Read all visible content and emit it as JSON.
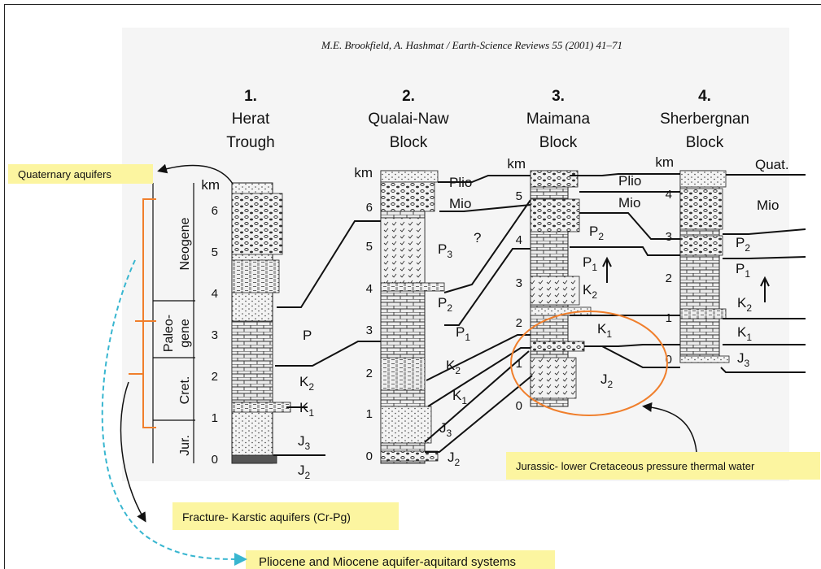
{
  "citation": "M.E. Brookfield, A. Hashmat / Earth-Science Reviews 55 (2001) 41–71",
  "columns": [
    {
      "number": "1.",
      "name_line1": "Herat",
      "name_line2": "Trough",
      "unit": "km",
      "ticks": [
        "6",
        "5",
        "4",
        "3",
        "2",
        "1",
        "0"
      ]
    },
    {
      "number": "2.",
      "name_line1": "Qualai-Naw",
      "name_line2": "Block",
      "unit": "km",
      "ticks": [
        "6",
        "5",
        "4",
        "3",
        "2",
        "1",
        "0"
      ]
    },
    {
      "number": "3.",
      "name_line1": "Maimana",
      "name_line2": "Block",
      "unit": "km",
      "ticks": [
        "5",
        "4",
        "3",
        "2",
        "1",
        "0"
      ]
    },
    {
      "number": "4.",
      "name_line1": "Sherbergnan",
      "name_line2": "Block",
      "unit": "km",
      "ticks": [
        "4",
        "3",
        "2",
        "1",
        "0"
      ]
    }
  ],
  "eras": {
    "neogene": "Neogene",
    "paleogene_1": "Paleo-",
    "paleogene_2": "gene",
    "cretaceous": "Cret.",
    "jurassic": "Jur."
  },
  "strata": {
    "c1": {
      "p": "P",
      "k2": "K",
      "k2s": "2",
      "k1": "K",
      "k1s": "1",
      "j3": "J",
      "j3s": "3",
      "j2": "J",
      "j2s": "2"
    },
    "c2": {
      "plio": "Plio",
      "mio": "Mio",
      "p3": "P",
      "p3s": "3",
      "q": "?",
      "p2": "P",
      "p2s": "2",
      "p1": "P",
      "p1s": "1",
      "k2": "K",
      "k2s": "2",
      "k1": "K",
      "k1s": "1",
      "j3": "J",
      "j3s": "3",
      "j2": "J",
      "j2s": "2"
    },
    "c3": {
      "plio": "Plio",
      "mio": "Mio",
      "p2": "P",
      "p2s": "2",
      "p1": "P",
      "p1s": "1",
      "k2": "K",
      "k2s": "2",
      "k1": "K",
      "k1s": "1",
      "j2": "J",
      "j2s": "2"
    },
    "c4": {
      "quat": "Quat.",
      "mio": "Mio",
      "p2": "P",
      "p2s": "2",
      "p1": "P",
      "p1s": "1",
      "k2": "K",
      "k2s": "2",
      "k1": "K",
      "k1s": "1",
      "j3": "J",
      "j3s": "3"
    }
  },
  "annotations": {
    "quaternary": "Quaternary aquifers",
    "jurassic": "Jurassic- lower Cretaceous pressure thermal water",
    "fracture": "Fracture- Karstic aquifers (Cr-Pg)",
    "pliocene": "Pliocene and Miocene aquifer-aquitard systems"
  },
  "colors": {
    "highlight": "#fcf5a0",
    "orange": "#f07f2c",
    "cyan": "#38b6d0",
    "panel": "#f5f5f5",
    "ink": "#111111"
  }
}
